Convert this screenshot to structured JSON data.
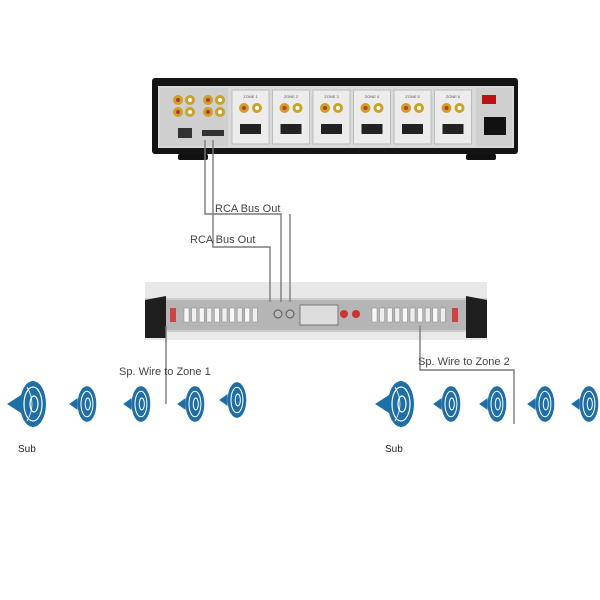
{
  "receiver": {
    "zone_labels": [
      "ZONE 1",
      "ZONE 2",
      "ZONE 3",
      "ZONE 4",
      "ZONE 5",
      "ZONE 6"
    ]
  },
  "labels": {
    "rca_bus_out_1": "RCA Bus Out",
    "rca_bus_out_2": "RCA Bus Out",
    "zone1_wire": "Sp. Wire to Zone 1",
    "zone2_wire": "Sp. Wire to Zone 2",
    "sub_left": "Sub",
    "sub_right": "Sub"
  },
  "colors": {
    "speaker_blue": "#1f6fa6",
    "receiver_body": "#1b1b1b",
    "amp_body": "#2a2a2a",
    "wire": "#7a7a7a"
  },
  "speakers": {
    "left_group": [
      "sub-icon",
      "speaker-icon",
      "speaker-icon",
      "speaker-icon",
      "speaker-icon"
    ],
    "right_group": [
      "sub-icon",
      "speaker-icon",
      "speaker-icon",
      "speaker-icon",
      "speaker-icon"
    ]
  }
}
